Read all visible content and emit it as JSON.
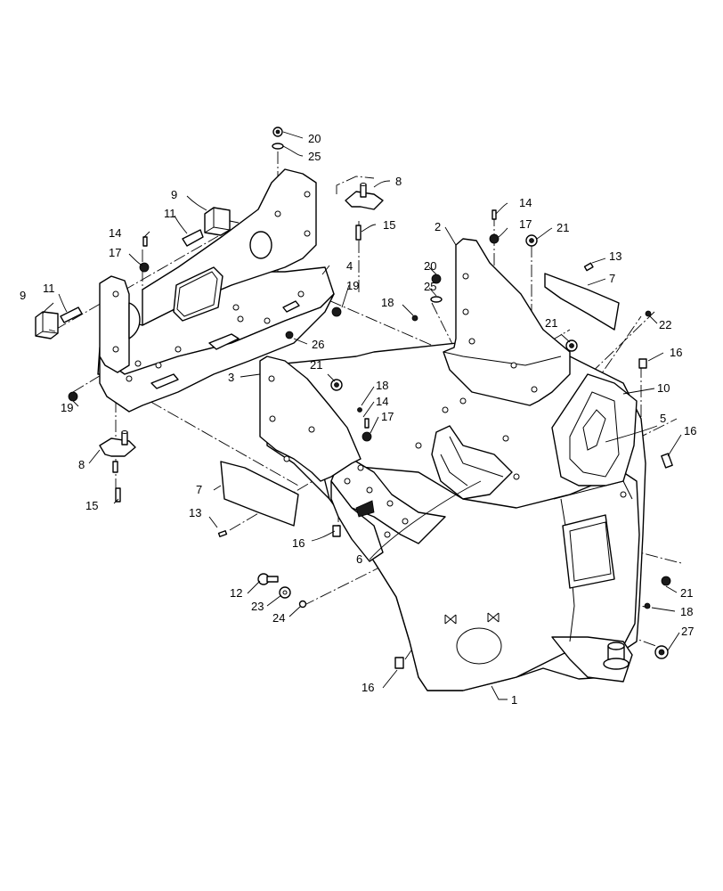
{
  "diagram": {
    "callouts": [
      {
        "id": "c20a",
        "text": "20"
      },
      {
        "id": "c25a",
        "text": "25"
      },
      {
        "id": "c8a",
        "text": "8"
      },
      {
        "id": "c9a",
        "text": "9"
      },
      {
        "id": "c11a",
        "text": "11"
      },
      {
        "id": "c15a",
        "text": "15"
      },
      {
        "id": "c14a",
        "text": "14"
      },
      {
        "id": "c17a",
        "text": "17"
      },
      {
        "id": "c21a",
        "text": "21"
      },
      {
        "id": "c2",
        "text": "2"
      },
      {
        "id": "c13a",
        "text": "13"
      },
      {
        "id": "c14b",
        "text": "14"
      },
      {
        "id": "c17b",
        "text": "17"
      },
      {
        "id": "c20b",
        "text": "20"
      },
      {
        "id": "c7a",
        "text": "7"
      },
      {
        "id": "c4",
        "text": "4"
      },
      {
        "id": "c25b",
        "text": "25"
      },
      {
        "id": "c19a",
        "text": "19"
      },
      {
        "id": "c9b",
        "text": "9"
      },
      {
        "id": "c11b",
        "text": "11"
      },
      {
        "id": "c18a",
        "text": "18"
      },
      {
        "id": "c21b",
        "text": "21"
      },
      {
        "id": "c22",
        "text": "22"
      },
      {
        "id": "c26",
        "text": "26"
      },
      {
        "id": "c16a",
        "text": "16"
      },
      {
        "id": "c3",
        "text": "3"
      },
      {
        "id": "c21c",
        "text": "21"
      },
      {
        "id": "c19b",
        "text": "19"
      },
      {
        "id": "c18b",
        "text": "18"
      },
      {
        "id": "c14c",
        "text": "14"
      },
      {
        "id": "c10",
        "text": "10"
      },
      {
        "id": "c17c",
        "text": "17"
      },
      {
        "id": "c5",
        "text": "5"
      },
      {
        "id": "c16b",
        "text": "16"
      },
      {
        "id": "c8b",
        "text": "8"
      },
      {
        "id": "c7b",
        "text": "7"
      },
      {
        "id": "c15b",
        "text": "15"
      },
      {
        "id": "c13b",
        "text": "13"
      },
      {
        "id": "c16c",
        "text": "16"
      },
      {
        "id": "c6",
        "text": "6"
      },
      {
        "id": "c12",
        "text": "12"
      },
      {
        "id": "c23",
        "text": "23"
      },
      {
        "id": "c24",
        "text": "24"
      },
      {
        "id": "c21d",
        "text": "21"
      },
      {
        "id": "c18c",
        "text": "18"
      },
      {
        "id": "c27",
        "text": "27"
      },
      {
        "id": "c16d",
        "text": "16"
      },
      {
        "id": "c1",
        "text": "1"
      }
    ]
  }
}
